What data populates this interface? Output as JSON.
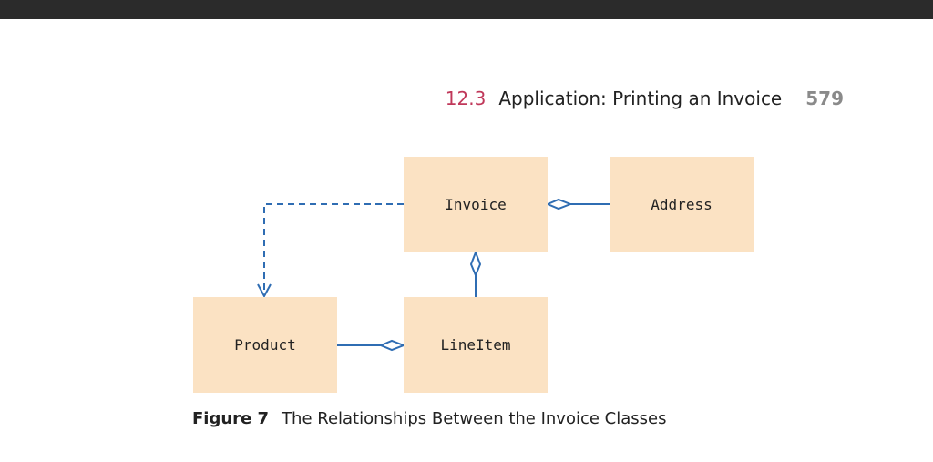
{
  "running_head": {
    "section_number": "12.3",
    "section_title": "Application: Printing an Invoice",
    "page_number": "579"
  },
  "diagram": {
    "classes": {
      "invoice": "Invoice",
      "address": "Address",
      "product": "Product",
      "lineitem": "LineItem"
    },
    "relationships": [
      {
        "from": "Invoice",
        "to": "Address",
        "kind": "aggregation"
      },
      {
        "from": "Invoice",
        "to": "LineItem",
        "kind": "aggregation"
      },
      {
        "from": "LineItem",
        "to": "Product",
        "kind": "aggregation"
      },
      {
        "from": "Invoice",
        "to": "Product",
        "kind": "dependency"
      }
    ],
    "colors": {
      "box_fill": "#fbe2c3",
      "connector": "#2f6db3",
      "section_number": "#c0385a"
    }
  },
  "caption": {
    "label": "Figure 7",
    "text": "The Relationships Between the Invoice Classes"
  }
}
